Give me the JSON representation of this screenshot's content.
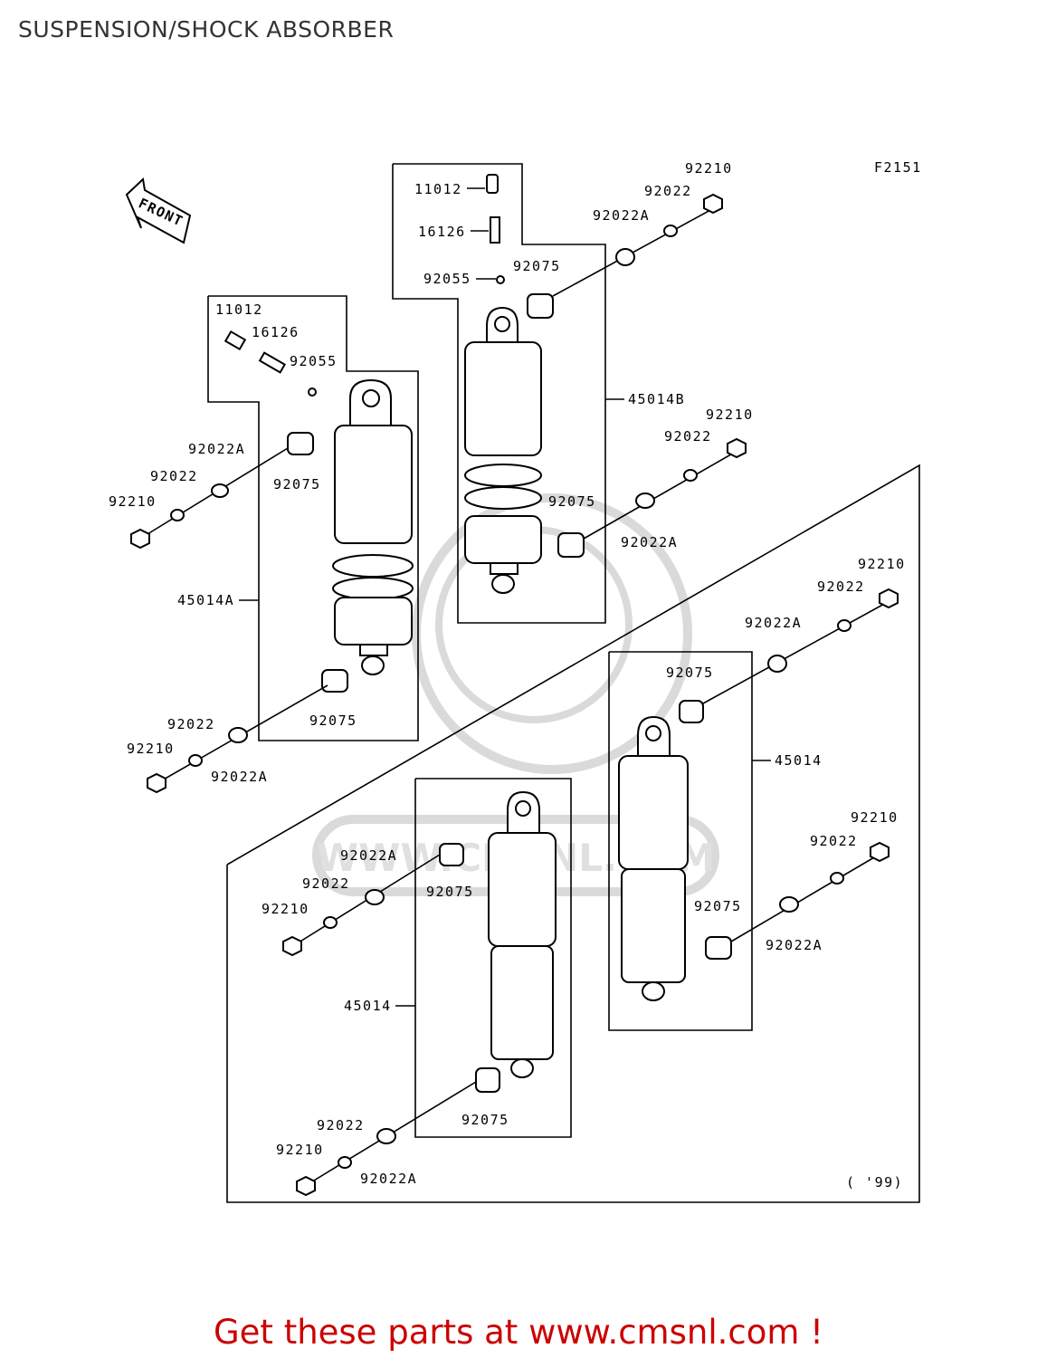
{
  "page": {
    "title": "SUSPENSION/SHOCK ABSORBER",
    "footer": "Get these parts at www.cmsnl.com !"
  },
  "diagram": {
    "figure_code": "F2151",
    "front_label": "FRONT",
    "year_note": "( '99)",
    "watermark_text": "WWW.CMSNL.COM",
    "labels": {
      "a_11012": "11012",
      "a_16126": "16126",
      "a_92055": "92055",
      "a_92022A_top": "92022A",
      "a_92022_top": "92022",
      "a_92210_top": "92210",
      "a_92075_top": "92075",
      "a_45014A": "45014A",
      "a_92075_bot": "92075",
      "a_92022_bot": "92022",
      "a_92210_bot": "92210",
      "a_92022A_bot": "92022A",
      "b_11012": "11012",
      "b_16126": "16126",
      "b_92055": "92055",
      "b_92075_top": "92075",
      "b_92022A_top": "92022A",
      "b_92022_top": "92022",
      "b_92210_top": "92210",
      "b_45014B": "45014B",
      "b_92210_bot": "92210",
      "b_92022_bot": "92022",
      "b_92075_bot": "92075",
      "b_92022A_bot": "92022A",
      "c_92022A_top": "92022A",
      "c_92022_top": "92022",
      "c_92210_top": "92210",
      "c_92075_top": "92075",
      "c_45014": "45014",
      "c_92075_bot": "92075",
      "c_92022_bot": "92022",
      "c_92210_bot": "92210",
      "c_92022A_bot": "92022A",
      "d_92210_top": "92210",
      "d_92022_top": "92022",
      "d_92022A_top": "92022A",
      "d_92075_top": "92075",
      "d_45014": "45014",
      "d_92210_bot": "92210",
      "d_92022_bot": "92022",
      "d_92075_bot": "92075",
      "d_92022A_bot": "92022A"
    }
  }
}
